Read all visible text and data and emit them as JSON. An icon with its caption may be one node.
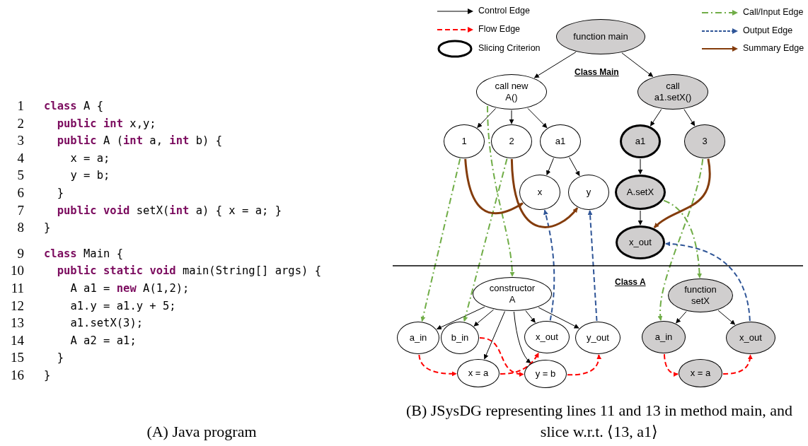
{
  "diagram": {
    "nodes": [
      {
        "text": [
          "function main"
        ]
      },
      {
        "text": [
          "call new A()"
        ]
      },
      {
        "text": [
          "call a1.setX()"
        ]
      },
      {
        "text": [
          "1"
        ]
      },
      {
        "text": [
          "2"
        ]
      },
      {
        "text": [
          "a1"
        ]
      },
      {
        "text": [
          "a1"
        ]
      },
      {
        "text": [
          "3"
        ]
      },
      {
        "text": [
          "x"
        ]
      },
      {
        "text": [
          "y"
        ]
      },
      {
        "text": [
          "A.setX"
        ]
      },
      {
        "text": [
          "x_out"
        ]
      },
      {
        "text": [
          "constructor A"
        ]
      },
      {
        "text": [
          "function setX"
        ]
      },
      {
        "text": [
          "a_in"
        ]
      },
      {
        "text": [
          "b_in"
        ]
      },
      {
        "text": [
          "x_out"
        ]
      },
      {
        "text": [
          "y_out"
        ]
      },
      {
        "text": [
          "x = a"
        ]
      },
      {
        "text": [
          "y = b"
        ]
      },
      {
        "text": [
          "a_in"
        ]
      },
      {
        "text": [
          "x_out"
        ]
      },
      {
        "text": [
          "x = a"
        ]
      }
    ],
    "edges": [
      {
        "from": 0,
        "to": 1,
        "arrow": "to"
      },
      {
        "from": 0,
        "to": 2,
        "arrow": "to"
      },
      {
        "from": 1,
        "to": 3,
        "arrow": "to"
      },
      {
        "from": 1,
        "to": 4,
        "arrow": "to"
      },
      {
        "from": 1,
        "to": 5,
        "arrow": "to"
      },
      {
        "from": 5,
        "to": 8,
        "arrow": "to"
      },
      {
        "from": 5,
        "to": 9,
        "arrow": "to"
      },
      {
        "from": 2,
        "to": 6,
        "arrow": "to"
      },
      {
        "from": 2,
        "to": 7,
        "arrow": "to"
      },
      {
        "from": 6,
        "to": 10,
        "arrow": "to"
      },
      {
        "from": 10,
        "to": 11,
        "arrow": "to"
      },
      {
        "from": 12,
        "to": 14,
        "arrow": "to"
      },
      {
        "from": 12,
        "to": 15,
        "arrow": "to"
      },
      {
        "from": 12,
        "to": 18,
        "arrow": "to"
      },
      {
        "from": 12,
        "to": 19,
        "arrow": "to"
      },
      {
        "from": 12,
        "to": 16,
        "arrow": "to"
      },
      {
        "from": 12,
        "to": 17,
        "arrow": "to"
      },
      {
        "from": 13,
        "to": 20,
        "arrow": "to"
      },
      {
        "from": 13,
        "to": 21,
        "arrow": "to"
      },
      {
        "from": 1,
        "to": 12,
        "arrow": "to",
        "style": "dashed",
        "color": "#70ad47"
      },
      {
        "from": 3,
        "to": 14,
        "arrow": "to",
        "style": "dashed",
        "color": "#70ad47"
      },
      {
        "from": 4,
        "to": 15,
        "arrow": "to",
        "style": "dashed",
        "color": "#70ad47"
      },
      {
        "from": 7,
        "to": 20,
        "arrow": "to",
        "style": "dashed",
        "color": "#70ad47"
      },
      {
        "from": 10,
        "to": 13,
        "arrow": "to",
        "style": "dashed",
        "color": "#70ad47"
      },
      {
        "from": 16,
        "to": 8,
        "arrow": "to",
        "style": "dashed",
        "color": "#2f5597"
      },
      {
        "from": 17,
        "to": 9,
        "arrow": "to",
        "style": "dashed",
        "color": "#2f5597"
      },
      {
        "from": 21,
        "to": 11,
        "arrow": "to",
        "style": "dashed",
        "color": "#2f5597"
      },
      {
        "from": 14,
        "to": 18,
        "arrow": "to",
        "style": "dashed",
        "color": "#ff0000"
      },
      {
        "from": 18,
        "to": 16,
        "arrow": "to",
        "style": "dashed",
        "color": "#ff0000"
      },
      {
        "from": 15,
        "to": 19,
        "arrow": "to",
        "style": "dashed",
        "color": "#ff0000"
      },
      {
        "from": 19,
        "to": 17,
        "arrow": "to",
        "style": "dashed",
        "color": "#ff0000"
      },
      {
        "from": 20,
        "to": 22,
        "arrow": "to",
        "style": "dashed",
        "color": "#ff0000"
      },
      {
        "from": 22,
        "to": 21,
        "arrow": "to",
        "style": "dashed",
        "color": "#ff0000"
      },
      {
        "from": 3,
        "to": 8,
        "arrow": "to",
        "style": "thick",
        "color": "#843c0c"
      },
      {
        "from": 4,
        "to": 9,
        "arrow": "to",
        "style": "thick",
        "color": "#843c0c"
      },
      {
        "from": 7,
        "to": 11,
        "arrow": "to",
        "style": "thick",
        "color": "#843c0c"
      }
    ],
    "labels": [
      "Class Main",
      "Class A",
      "1",
      "**class** A {",
      "2",
      "**public** **int** x,y;",
      "3",
      "**public** A (**int** a, **int** b) {",
      "4",
      "x = a;",
      "5",
      "y = b;",
      "6",
      "}",
      "7",
      "**public** **void** setX(**int** a) { x = a; }",
      "8",
      "}",
      "9",
      "**class** Main {",
      "10",
      "**public** **static** **void** main(String[] args) {",
      "11",
      "A a1 = **new** A(1,2);",
      "12",
      "a1.y = a1.y + 5;",
      "13",
      "a1.setX(3);",
      "14",
      "A a2 = a1;",
      "15",
      "}",
      "16",
      "}",
      "(A) Java program",
      "(B) JSysDG representing lines 11 and 13 in method main, and slice w.r.t. ⟨13, a1⟩"
    ],
    "legend": [
      {
        "text": "Control Edge"
      },
      {
        "text": "Flow Edge"
      },
      {
        "text": "Slicing Criterion"
      },
      {
        "text": "Call/Input Edge"
      },
      {
        "text": "Output Edge"
      },
      {
        "text": "Summary Edge"
      }
    ]
  }
}
